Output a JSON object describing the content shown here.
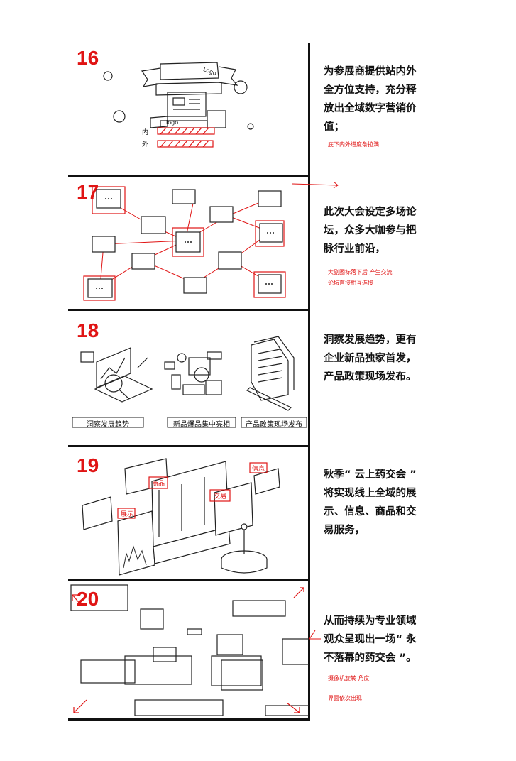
{
  "storyboard": {
    "frames": [
      {
        "number": "16",
        "description": [
          "为参展商提供站内外",
          "全方位支持，充分释",
          "放出全域数字营销价",
          "值；"
        ],
        "notes": [
          "底下内外进度条拉满"
        ],
        "labels": {
          "inner": "内",
          "outer": "外",
          "logo1": "Logo",
          "logo2": "logo"
        }
      },
      {
        "number": "17",
        "description": [
          "此次大会设定多场论",
          "坛，众多大咖参与把",
          "脉行业前沿，"
        ],
        "notes": [
          "大副图标落下后  产生交流",
          "论坛直接相互连接"
        ]
      },
      {
        "number": "18",
        "description": [
          "洞察发展趋势，更有",
          "企业新品独家首发，",
          "产品政策现场发布。"
        ],
        "notes": [],
        "captions": [
          "洞察发展趋势",
          "新品爆品集中亮相",
          "产品政策现场发布"
        ]
      },
      {
        "number": "19",
        "description": [
          "秋季“ 云上药交会 ”",
          "将实现线上全域的展",
          "示、信息、商品和交",
          "易服务，"
        ],
        "notes": [],
        "tags": {
          "left": "展示",
          "mid": "商品",
          "right": "交易",
          "top": "信息"
        }
      },
      {
        "number": "20",
        "description": [
          "从而持续为专业领域",
          "观众呈现出一场“ 永",
          "不落幕的药交会 ”。"
        ],
        "notes": [
          "摄像机旋转 角度",
          "界面依次出现"
        ]
      }
    ]
  },
  "colors": {
    "accent": "#e01414",
    "ink": "#111111"
  }
}
